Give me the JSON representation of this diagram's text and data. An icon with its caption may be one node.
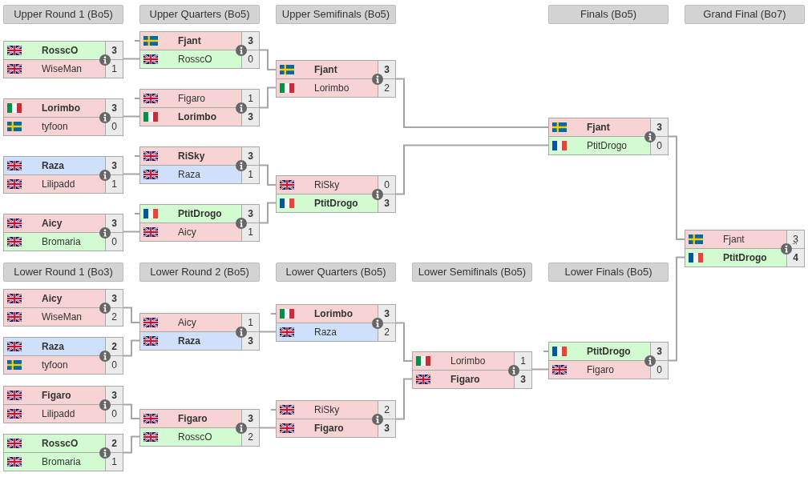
{
  "diagram": {
    "nodes": [
      {
        "text": [
          "Upper Round 1 (Bo5)"
        ]
      },
      {
        "text": [
          "Upper Quarters (Bo5)"
        ]
      },
      {
        "text": [
          "Upper Semifinals (Bo5)"
        ]
      },
      {
        "text": [
          "Finals (Bo5)"
        ]
      },
      {
        "text": [
          "Grand Final (Bo7)"
        ]
      },
      {
        "text": [],
        "shape": "box"
      },
      {
        "text": [
          "RosscO",
          "3"
        ],
        "in": 5
      },
      {
        "text": [
          "WiseMan",
          "1"
        ],
        "in": 5
      },
      {
        "text": [],
        "shape": "box"
      },
      {
        "text": [
          "Lorimbo",
          "3"
        ],
        "in": 8
      },
      {
        "text": [
          "tyfoon",
          "0"
        ],
        "in": 8
      },
      {
        "text": [],
        "shape": "box"
      },
      {
        "text": [
          "Raza",
          "3"
        ],
        "in": 11
      },
      {
        "text": [
          "Lilipadd",
          "1"
        ],
        "in": 11
      },
      {
        "text": [],
        "shape": "box"
      },
      {
        "text": [
          "Aicy",
          "3"
        ],
        "in": 14
      },
      {
        "text": [
          "Bromaria",
          "0"
        ],
        "in": 14
      },
      {
        "text": [],
        "shape": "box"
      },
      {
        "text": [
          "Fjant",
          "3"
        ],
        "in": 17
      },
      {
        "text": [
          "RosscO",
          "0"
        ],
        "in": 17
      },
      {
        "text": [],
        "shape": "box"
      },
      {
        "text": [
          "Figaro",
          "1"
        ],
        "in": 20
      },
      {
        "text": [
          "Lorimbo",
          "3"
        ],
        "in": 20
      },
      {
        "text": [],
        "shape": "box"
      },
      {
        "text": [
          "RiSky",
          "3"
        ],
        "in": 23
      },
      {
        "text": [
          "Raza",
          "1"
        ],
        "in": 23
      },
      {
        "text": [],
        "shape": "box"
      },
      {
        "text": [
          "PtitDrogo",
          "3"
        ],
        "in": 26
      },
      {
        "text": [
          "Aicy",
          "1"
        ],
        "in": 26
      },
      {
        "text": [],
        "shape": "box"
      },
      {
        "text": [
          "Fjant",
          "3"
        ],
        "in": 29
      },
      {
        "text": [
          "Lorimbo",
          "2"
        ],
        "in": 29
      },
      {
        "text": [],
        "shape": "box"
      },
      {
        "text": [
          "RiSky",
          "0"
        ],
        "in": 32
      },
      {
        "text": [
          "PtitDrogo",
          "3"
        ],
        "in": 32
      },
      {
        "text": [],
        "shape": "box"
      },
      {
        "text": [
          "Fjant",
          "3"
        ],
        "in": 35
      },
      {
        "text": [
          "PtitDrogo",
          "0"
        ],
        "in": 35
      },
      {
        "text": [],
        "shape": "box"
      },
      {
        "text": [
          "Fjant",
          "3"
        ],
        "in": 38
      },
      {
        "text": [
          "PtitDrogo",
          "4"
        ],
        "in": 38
      },
      {
        "text": [
          "Lower Round 1 (Bo3)"
        ]
      },
      {
        "text": [
          "Lower Round 2 (Bo5)"
        ]
      },
      {
        "text": [
          "Lower Quarters (Bo5)"
        ]
      },
      {
        "text": [
          "Lower Semifinals (Bo5)"
        ]
      },
      {
        "text": [
          "Lower Finals (Bo5)"
        ]
      },
      {
        "text": [],
        "shape": "box"
      },
      {
        "text": [
          "Aicy",
          "3"
        ],
        "in": 46
      },
      {
        "text": [
          "WiseMan",
          "2"
        ],
        "in": 46
      },
      {
        "text": [],
        "shape": "box"
      },
      {
        "text": [
          "Raza",
          "2"
        ],
        "in": 49
      },
      {
        "text": [
          "tyfoon",
          "0"
        ],
        "in": 49
      },
      {
        "text": [],
        "shape": "box"
      },
      {
        "text": [
          "Figaro",
          "3"
        ],
        "in": 52
      },
      {
        "text": [
          "Lilipadd",
          "0"
        ],
        "in": 52
      },
      {
        "text": [],
        "shape": "box"
      },
      {
        "text": [
          "RosscO",
          "2"
        ],
        "in": 55
      },
      {
        "text": [
          "Bromaria",
          "1"
        ],
        "in": 55
      },
      {
        "text": [],
        "shape": "box"
      },
      {
        "text": [
          "Aicy",
          "1"
        ],
        "in": 58
      },
      {
        "text": [
          "Raza",
          "3"
        ],
        "in": 58
      },
      {
        "text": [],
        "shape": "box"
      },
      {
        "text": [
          "Figaro",
          "3"
        ],
        "in": 61
      },
      {
        "text": [
          "RosscO",
          "2"
        ],
        "in": 61
      },
      {
        "text": [],
        "shape": "box"
      },
      {
        "text": [
          "Lorimbo",
          "3"
        ],
        "in": 64
      },
      {
        "text": [
          "Raza",
          "2"
        ],
        "in": 64
      },
      {
        "text": [],
        "shape": "box"
      },
      {
        "text": [
          "RiSky",
          "2"
        ],
        "in": 67
      },
      {
        "text": [
          "Figaro",
          "3"
        ],
        "in": 67
      },
      {
        "text": [],
        "shape": "box"
      },
      {
        "text": [
          "Lorimbo",
          "1"
        ],
        "in": 70
      },
      {
        "text": [
          "Figaro",
          "3"
        ],
        "in": 70
      },
      {
        "text": [],
        "shape": "box"
      },
      {
        "text": [
          "PtitDrogo",
          "3"
        ],
        "in": 73
      },
      {
        "text": [
          "Figaro",
          "0"
        ],
        "in": 73
      }
    ],
    "edges": [
      {
        "from": 5,
        "to": 19,
        "arrow": "none"
      },
      {
        "from": null,
        "to": 18,
        "arrow": "none"
      },
      {
        "from": 8,
        "to": 22,
        "arrow": "none"
      },
      {
        "from": null,
        "to": 21,
        "arrow": "none"
      },
      {
        "from": 11,
        "to": 25,
        "arrow": "none"
      },
      {
        "from": null,
        "to": 24,
        "arrow": "none"
      },
      {
        "from": 14,
        "to": 28,
        "arrow": "none"
      },
      {
        "from": null,
        "to": 27,
        "arrow": "none"
      },
      {
        "from": 17,
        "to": 30,
        "arrow": "none"
      },
      {
        "from": 20,
        "to": 31,
        "arrow": "none"
      },
      {
        "from": 23,
        "to": 33,
        "arrow": "none"
      },
      {
        "from": 26,
        "to": 34,
        "arrow": "none"
      },
      {
        "from": 29,
        "to": 36,
        "arrow": "none"
      },
      {
        "from": 32,
        "to": 37,
        "arrow": "none"
      },
      {
        "from": 35,
        "to": 39,
        "arrow": "none"
      },
      {
        "from": 46,
        "to": 59,
        "arrow": "none"
      },
      {
        "from": 49,
        "to": 60,
        "arrow": "none"
      },
      {
        "from": 52,
        "to": 62,
        "arrow": "none"
      },
      {
        "from": 55,
        "to": 63,
        "arrow": "none"
      },
      {
        "from": null,
        "to": 65,
        "arrow": "none"
      },
      {
        "from": 58,
        "to": 66,
        "arrow": "none"
      },
      {
        "from": null,
        "to": 68,
        "arrow": "none"
      },
      {
        "from": 61,
        "to": 69,
        "arrow": "none"
      },
      {
        "from": 64,
        "to": 71,
        "arrow": "none"
      },
      {
        "from": 67,
        "to": 72,
        "arrow": "none"
      },
      {
        "from": null,
        "to": 74,
        "arrow": "none"
      },
      {
        "from": 70,
        "to": 75,
        "arrow": "none"
      },
      {
        "from": 73,
        "to": 40,
        "arrow": "none"
      }
    ]
  }
}
